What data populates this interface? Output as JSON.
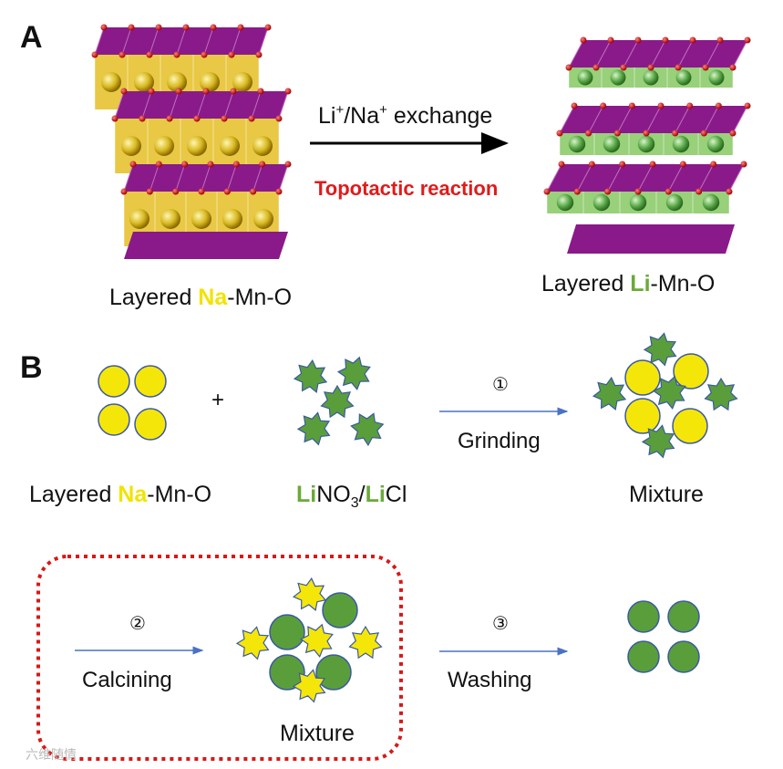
{
  "panel_a": {
    "label": "A",
    "reaction_label_pre": "Li",
    "reaction_label_sup1": "+",
    "reaction_label_mid": "/Na",
    "reaction_label_sup2": "+",
    "reaction_label_post": " exchange",
    "reaction_type": "Topotactic reaction",
    "left_caption": {
      "pre": "Layered ",
      "highlight": "Na",
      "post": "-Mn-O"
    },
    "right_caption": {
      "pre": "Layered ",
      "highlight": "Li",
      "post": "-Mn-O"
    }
  },
  "panel_b": {
    "label": "B",
    "plus": "+",
    "reactant_1": {
      "pre": "Layered ",
      "highlight": "Na",
      "post": "-Mn-O"
    },
    "reactant_2": {
      "li1": "Li",
      "no": "NO",
      "sub": "3",
      "slash": "/",
      "li2": "Li",
      "cl": "Cl"
    },
    "step_1": {
      "number": "①",
      "label": "Grinding"
    },
    "mixture_1": "Mixture",
    "step_2": {
      "number": "②",
      "label": "Calcining"
    },
    "mixture_2": "Mixture",
    "step_3": {
      "number": "③",
      "label": "Washing"
    }
  },
  "watermark": "六维随情",
  "colors": {
    "na_yellow": "#f5e60a",
    "li_green": "#5a9e3c",
    "li_text_green": "#6aaa3a",
    "na_text_yellow": "#f2e300",
    "mn_purple": "#8a1a8a",
    "na_layer": "#e6c230",
    "li_layer": "#8ecb6c",
    "oxygen_red": "#d01010",
    "arrow_blue": "#4a72c4",
    "dotted_red": "#d81818"
  }
}
